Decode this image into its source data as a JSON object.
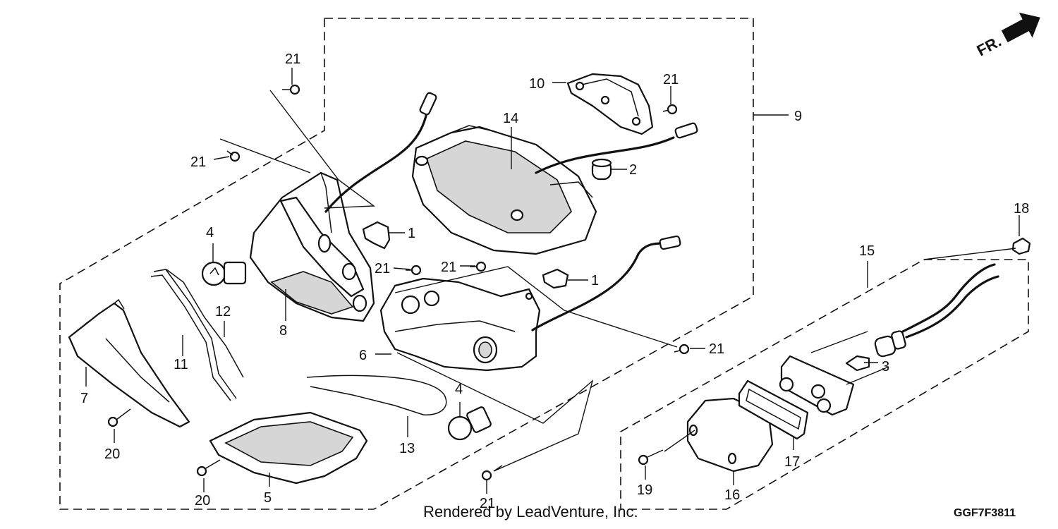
{
  "diagram": {
    "labels": {
      "p1a": "1",
      "p1b": "1",
      "p2": "2",
      "p3": "3",
      "p4a": "4",
      "p4b": "4",
      "p5": "5",
      "p6": "6",
      "p7": "7",
      "p8": "8",
      "p9": "9",
      "p10": "10",
      "p11": "11",
      "p12": "12",
      "p13": "13",
      "p14": "14",
      "p15": "15",
      "p16": "16",
      "p17": "17",
      "p18": "18",
      "p19": "19",
      "p20a": "20",
      "p20b": "20",
      "p21a": "21",
      "p21b": "21",
      "p21c": "21",
      "p21d": "21",
      "p21e": "21",
      "p21f": "21",
      "p21g": "21"
    },
    "direction_marker": "FR.",
    "credit": "Rendered by LeadVenture, Inc.",
    "diagram_code": "GGF7F3811"
  }
}
